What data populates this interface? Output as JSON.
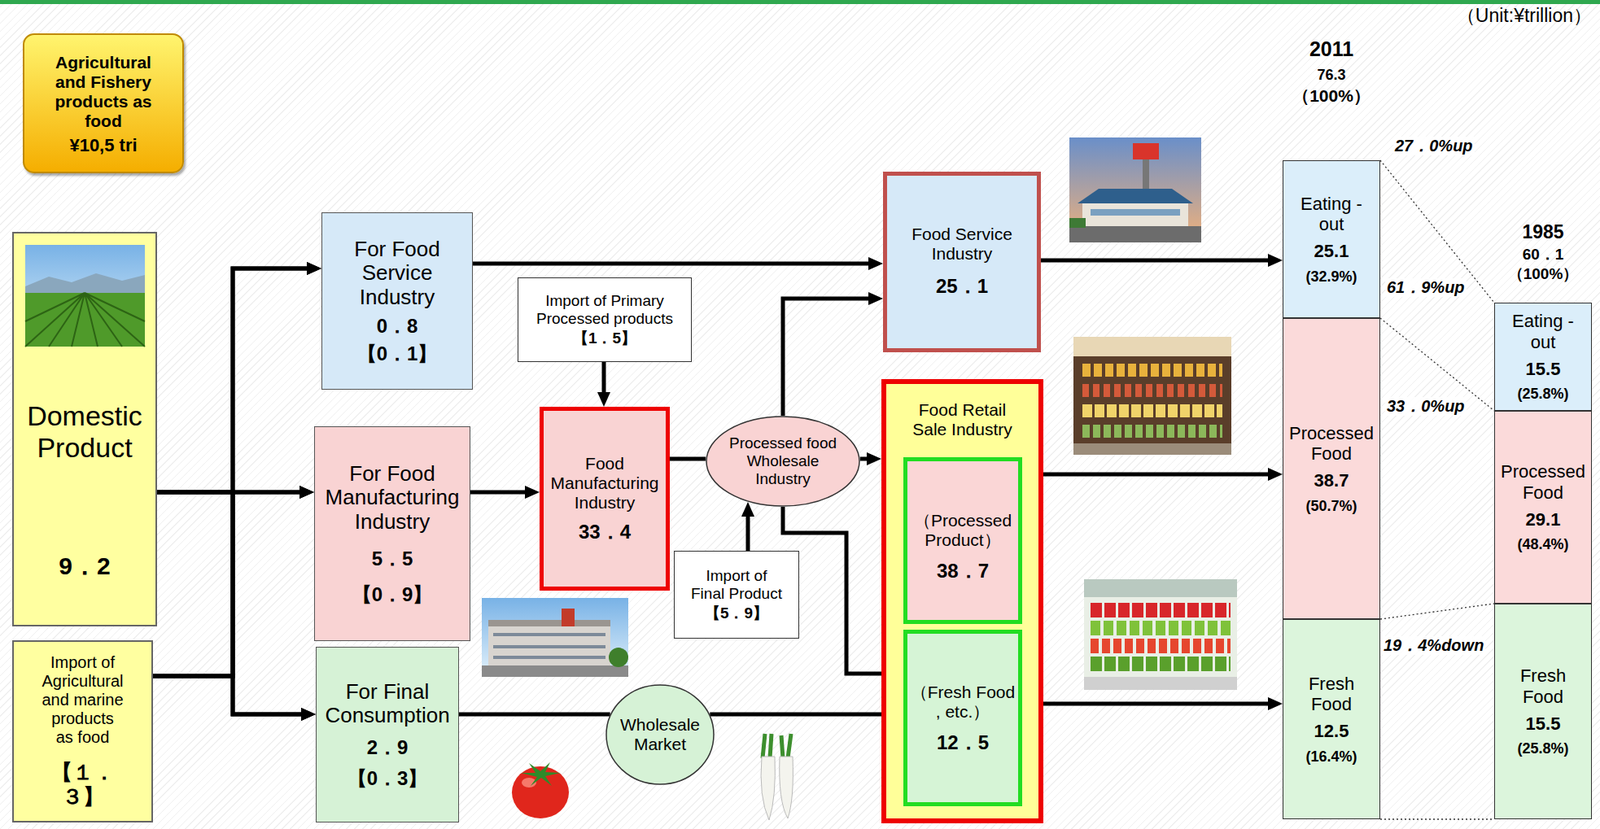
{
  "diagram": {
    "nodes": [
      {
        "text": [
          "Agricultural and Fishery products as food",
          "¥10,5 tri"
        ]
      },
      {
        "text": [
          "Domestic Product",
          "9．2"
        ]
      },
      {
        "text": [
          "Import of Agricultural and marine products as food",
          "【１．３】"
        ]
      },
      {
        "text": [
          "For Food Service Industry",
          "0．8",
          "【0．1】"
        ]
      },
      {
        "text": [
          "For Food Manufacturing Industry",
          "5．5",
          "【0．9】"
        ]
      },
      {
        "text": [
          "For Final Consumption",
          "2．9",
          "【0．3】"
        ]
      },
      {
        "text": [
          "Import of Primary Processed products",
          "【1．5】"
        ]
      },
      {
        "text": [
          "Food Manufacturing Industry",
          "33．4"
        ]
      },
      {
        "text": [
          "Processed food Wholesale Industry"
        ]
      },
      {
        "text": [
          "Import of Final Product",
          "【5．9】"
        ]
      },
      {
        "text": [
          "Wholesale Market"
        ]
      },
      {
        "text": [
          "Food Service Industry",
          "25．1"
        ]
      },
      {
        "text": [
          "Food Retail Sale Industry"
        ]
      },
      {
        "text": [
          "（Processed Product）",
          "38．7"
        ],
        "in": 12
      },
      {
        "text": [
          "（Fresh Food , etc.）",
          "12．5"
        ],
        "in": 12
      },
      {
        "text": [
          "Eating -out",
          "25.1",
          "(32.9%)"
        ]
      },
      {
        "text": [
          "Processed Food",
          "38.7",
          "(50.7%)"
        ]
      },
      {
        "text": [
          "Fresh Food",
          "12.5",
          "(16.4%)"
        ]
      },
      {
        "text": [
          "Eating -out",
          "15.5",
          "(25.8%)"
        ]
      },
      {
        "text": [
          "Processed Food",
          "29.1",
          "(48.4%)"
        ]
      },
      {
        "text": [
          "Fresh Food",
          "15.5",
          "(25.8%)"
        ]
      }
    ],
    "edges": [
      {
        "from": 1,
        "to": 3,
        "arrow": "to"
      },
      {
        "from": 1,
        "to": 4,
        "arrow": "to"
      },
      {
        "from": 1,
        "to": 5,
        "arrow": "to"
      },
      {
        "from": 2,
        "to": 3,
        "arrow": "to"
      },
      {
        "from": 2,
        "to": 4,
        "arrow": "to"
      },
      {
        "from": 2,
        "to": 5,
        "arrow": "to"
      },
      {
        "from": 3,
        "to": 11,
        "arrow": "to"
      },
      {
        "from": 4,
        "to": 7,
        "arrow": "to"
      },
      {
        "from": 6,
        "to": 7,
        "arrow": "to"
      },
      {
        "from": 7,
        "to": 8,
        "arrow": "none"
      },
      {
        "from": 8,
        "to": 11,
        "arrow": "to"
      },
      {
        "from": 8,
        "to": 12,
        "arrow": "to"
      },
      {
        "from": 8,
        "to": 14,
        "arrow": "to"
      },
      {
        "from": 9,
        "to": 8,
        "arrow": "to"
      },
      {
        "from": 5,
        "to": 10,
        "arrow": "none"
      },
      {
        "from": 10,
        "to": 14,
        "arrow": "to"
      },
      {
        "from": 11,
        "to": 15,
        "arrow": "to"
      },
      {
        "from": 13,
        "to": 16,
        "arrow": "to"
      },
      {
        "from": 14,
        "to": 17,
        "arrow": "to"
      }
    ],
    "labels": [
      "（Unit:¥trillion）",
      "2011",
      "76.3",
      "（100%）",
      "27．0%up",
      "61．9%up",
      "33．0%up",
      "19．4%down",
      "1985",
      "60．1",
      "（100%）"
    ]
  }
}
